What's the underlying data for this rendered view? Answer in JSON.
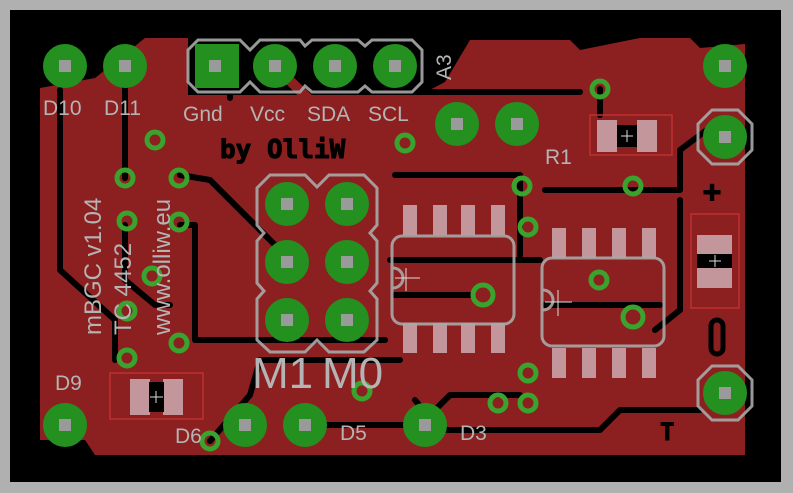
{
  "board": {
    "colors": {
      "copper": "#8c2020",
      "pad": "#23901f",
      "silk": "#b4b4b4",
      "frame": "#b0b0b0",
      "background": "#000000"
    },
    "labels": {
      "d10": "D10",
      "d11": "D11",
      "gnd": "Gnd",
      "vcc": "Vcc",
      "sda": "SDA",
      "scl": "SCL",
      "a3": "A3",
      "r1": "R1",
      "version": "mBGC v1.04",
      "chip": "TC 4452",
      "url": "www.olliw.eu",
      "m1": "M1",
      "m0": "M0",
      "d9": "D9",
      "d6": "D6",
      "d5": "D5",
      "d3": "D3"
    },
    "copper_text": {
      "author": "by OlliW",
      "plus": "+",
      "t": "T"
    }
  }
}
